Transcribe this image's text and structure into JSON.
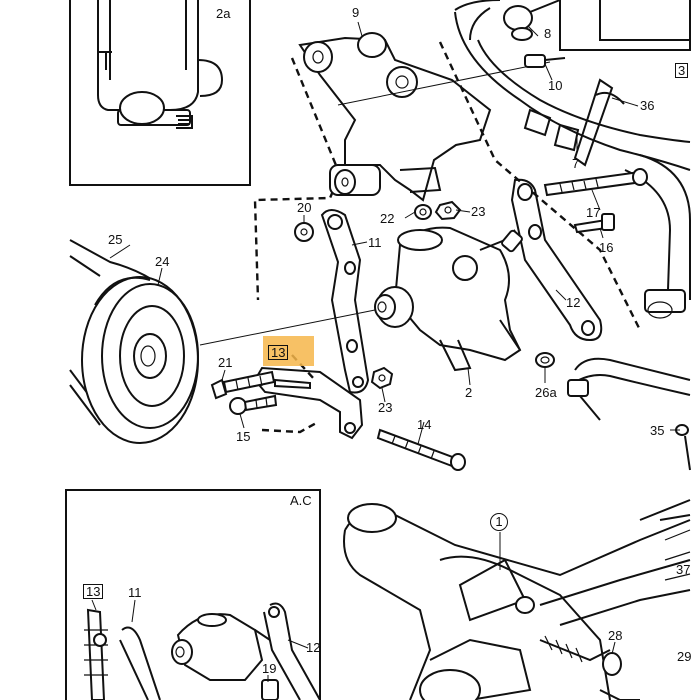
{
  "diagram": {
    "highlight_color": "#f6b64a",
    "ink_color": "#111111",
    "inset_ac_label": "A.C",
    "callouts": [
      {
        "id": "2a",
        "text": "2a",
        "boxed": false
      },
      {
        "id": "9",
        "text": "9",
        "boxed": false
      },
      {
        "id": "8",
        "text": "8",
        "boxed": false
      },
      {
        "id": "10",
        "text": "10",
        "boxed": false
      },
      {
        "id": "36",
        "text": "36",
        "boxed": false
      },
      {
        "id": "3",
        "text": "3",
        "boxed": true
      },
      {
        "id": "7",
        "text": "7",
        "boxed": false
      },
      {
        "id": "17",
        "text": "17",
        "boxed": false
      },
      {
        "id": "16",
        "text": "16",
        "boxed": false
      },
      {
        "id": "20",
        "text": "20",
        "boxed": false
      },
      {
        "id": "22",
        "text": "22",
        "boxed": false
      },
      {
        "id": "23a",
        "text": "23",
        "boxed": false
      },
      {
        "id": "11",
        "text": "11",
        "boxed": false
      },
      {
        "id": "25",
        "text": "25",
        "boxed": false
      },
      {
        "id": "24",
        "text": "24",
        "boxed": false
      },
      {
        "id": "12",
        "text": "12",
        "boxed": false
      },
      {
        "id": "13",
        "text": "13",
        "boxed": true,
        "highlighted": true
      },
      {
        "id": "2",
        "text": "2",
        "boxed": false
      },
      {
        "id": "26a",
        "text": "26a",
        "boxed": false
      },
      {
        "id": "21",
        "text": "21",
        "boxed": false
      },
      {
        "id": "23b",
        "text": "23",
        "boxed": false
      },
      {
        "id": "14",
        "text": "14",
        "boxed": false
      },
      {
        "id": "15",
        "text": "15",
        "boxed": false
      },
      {
        "id": "35",
        "text": "35",
        "boxed": false
      },
      {
        "id": "1",
        "text": "1",
        "boxed": false,
        "circled": true
      },
      {
        "id": "37",
        "text": "37",
        "boxed": false
      },
      {
        "id": "28",
        "text": "28",
        "boxed": false
      },
      {
        "id": "29",
        "text": "29",
        "boxed": false
      },
      {
        "id": "13b",
        "text": "13",
        "boxed": true
      },
      {
        "id": "11b",
        "text": "11",
        "boxed": false
      },
      {
        "id": "12b",
        "text": "12",
        "boxed": false
      },
      {
        "id": "19",
        "text": "19",
        "boxed": false
      }
    ]
  }
}
